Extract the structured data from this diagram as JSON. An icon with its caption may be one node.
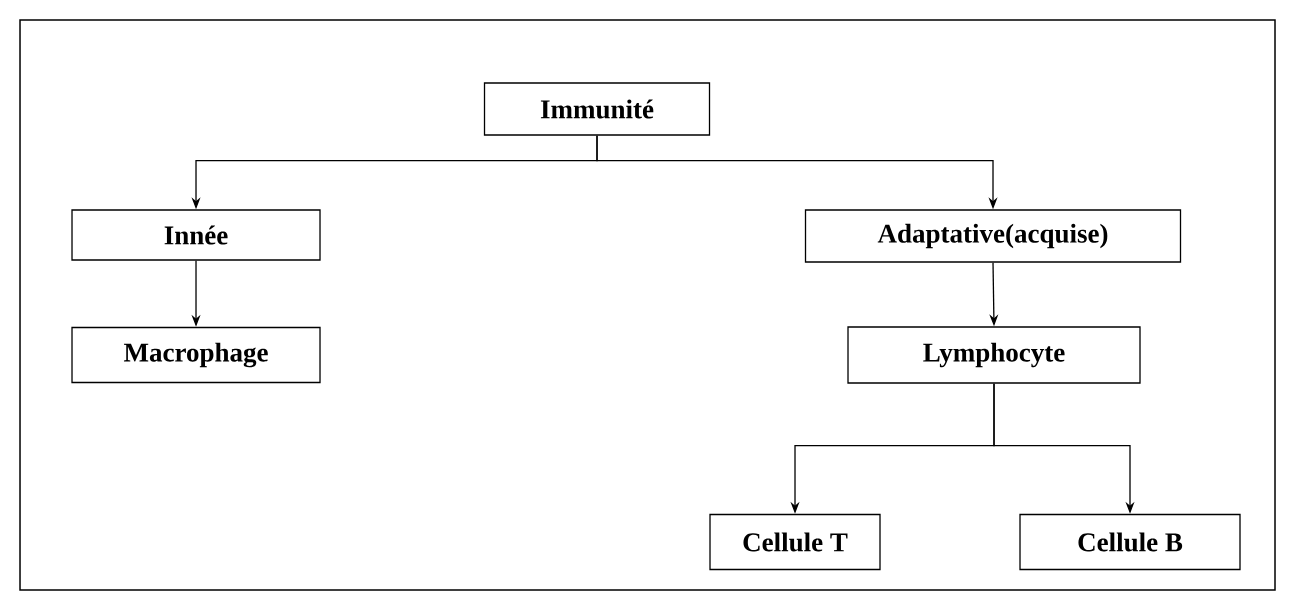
{
  "diagram": {
    "nodes": [
      {
        "text": [
          "Immunité"
        ]
      },
      {
        "text": [
          "Innée"
        ]
      },
      {
        "text": [
          "Adaptative(acquise)"
        ]
      },
      {
        "text": [
          "Macrophage"
        ]
      },
      {
        "text": [
          "Lymphocyte"
        ]
      },
      {
        "text": [
          "Cellule T"
        ]
      },
      {
        "text": [
          "Cellule B"
        ]
      }
    ],
    "edges": [
      {
        "from": 0,
        "to": 1,
        "arrow": "to"
      },
      {
        "from": 0,
        "to": 2,
        "arrow": "to"
      },
      {
        "from": 1,
        "to": 3,
        "arrow": "to"
      },
      {
        "from": 2,
        "to": 4,
        "arrow": "to"
      },
      {
        "from": 4,
        "to": 5,
        "arrow": "to"
      },
      {
        "from": 4,
        "to": 6,
        "arrow": "to"
      }
    ]
  }
}
